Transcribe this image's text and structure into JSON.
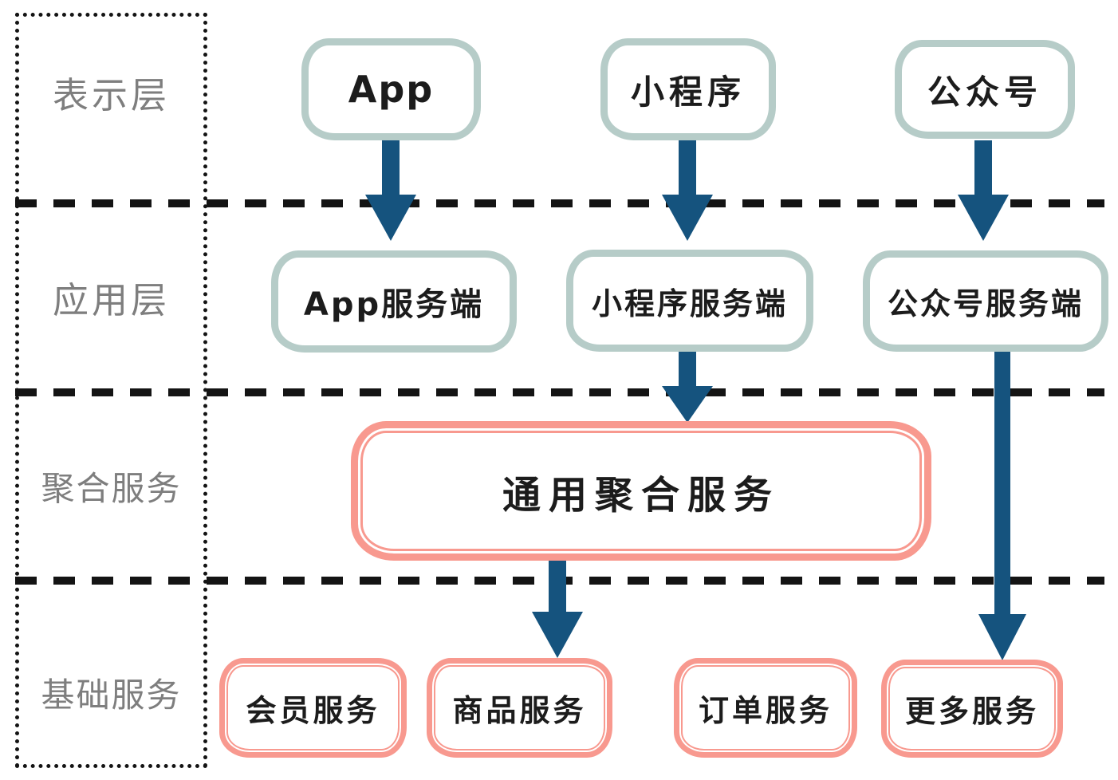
{
  "palette": {
    "teal_border": "#b6ccc8",
    "pink_border": "#f8998f",
    "arrow_blue": "#15537e",
    "label_gray": "#7e7e7e",
    "text_black": "#1c1c1c",
    "line_black": "#141414"
  },
  "layers": {
    "presentation": "表示层",
    "application": "应用层",
    "aggregation": "聚合服务",
    "basic": "基础服务"
  },
  "nodes": {
    "app": "App",
    "mini_program": "小程序",
    "official_account": "公众号",
    "app_server": "App服务端",
    "mini_program_server": "小程序服务端",
    "official_account_server": "公众号服务端",
    "general_aggregation_service": "通用聚合服务",
    "member_service": "会员服务",
    "product_service": "商品服务",
    "order_service": "订单服务",
    "more_services": "更多服务"
  }
}
